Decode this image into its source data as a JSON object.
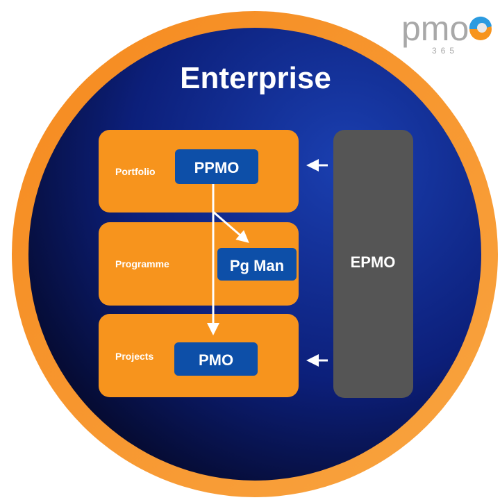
{
  "title": "Enterprise",
  "logo": {
    "text": "pmo",
    "subtext": "365"
  },
  "layers": [
    {
      "label": "Portfolio",
      "office": "PPMO"
    },
    {
      "label": "Programme",
      "office": "Pg Man"
    },
    {
      "label": "Projects",
      "office": "PMO"
    }
  ],
  "side_office": "EPMO",
  "colors": {
    "orange": "#F7941D",
    "navy": "#0B1A6E",
    "office_blue": "#0D4FA8",
    "epmo_gray": "#555555"
  }
}
